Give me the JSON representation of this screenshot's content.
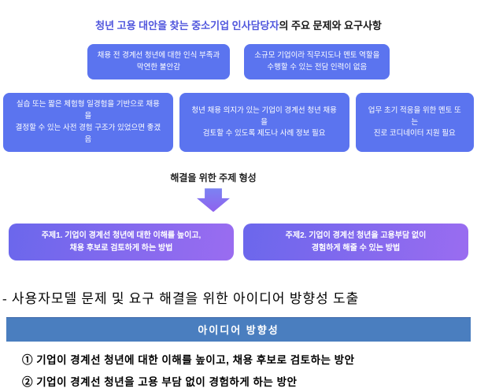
{
  "figure": {
    "title": {
      "highlight": "청년 고용 대안을 찾는 중소기업 인사담당자",
      "rest": "의 주요 문제와 요구사항"
    },
    "row1": [
      "채용 전 경계선 청년에 대한 인식 부족과\n막연한 불안감",
      "소규모 기업이라 직무지도나 멘토 역할을\n수행할 수 있는 전담 인력이 없음"
    ],
    "row2": [
      "실습 또는 짧은 체험형 일경험을 기반으로 채용을\n결정할 수 있는 사전 경험 구조가 있었으면 좋겠음",
      "청년 채용 의지가 있는 기업이 경계선 청년 채용을\n검토할 수 있도록 제도나 사례 정보 필요",
      "업무 초기 적응을 위한 멘토 또는\n진로 코디네이터 지원 필요"
    ],
    "arrow_label": "해결을 위한 주제 형성",
    "themes": [
      "주제1. 기업이 경계선 청년에 대한 이해를 높이고,\n채용 후보로 검토하게 하는 방법",
      "주제2. 기업이 경계선 청년을 고용부담 없이\n경험하게 해줄 수 있는 방법"
    ]
  },
  "body": {
    "bullet": "- 사용자모델 문제 및 요구 해결을 위한 아이디어 방향성 도출",
    "table": {
      "header": "아이디어 방향성",
      "rows": [
        "① 기업이 경계선 청년에 대한 이해를 높이고, 채용 후보로 검토하는 방안",
        "② 기업이 경계선 청년을 고용 부담 없이 경험하게 하는 방안"
      ]
    }
  },
  "colors": {
    "title_highlight": "#5056dd",
    "problem_card_blue": "#5b74ef",
    "theme_gradient_start": "#6b67ec",
    "theme_gradient_end": "#9a6cf0",
    "arrow_gradient_start": "#7b83f2",
    "arrow_gradient_end": "#8f62ee",
    "table_header_blue": "#4a7ebf",
    "table_border_blue": "#3e74b8"
  }
}
